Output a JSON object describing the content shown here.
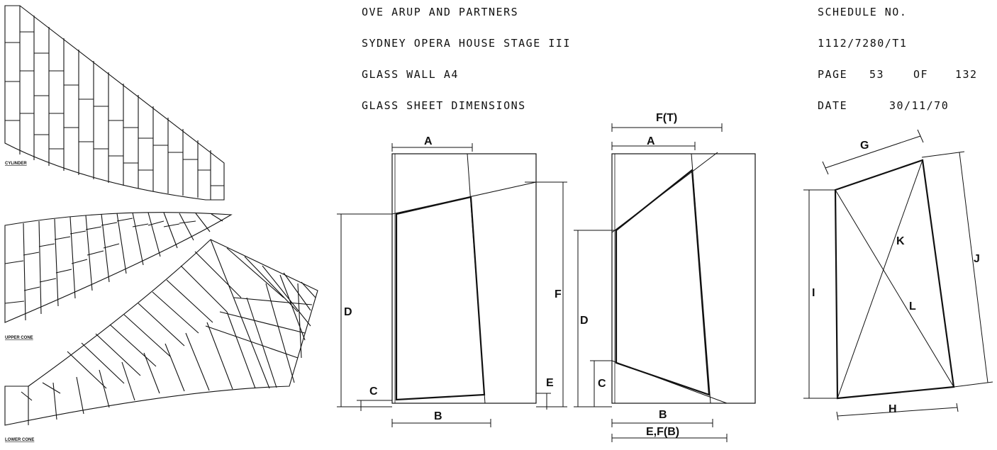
{
  "header": {
    "company": "OVE ARUP AND PARTNERS",
    "project": "SYDNEY OPERA HOUSE STAGE III",
    "wall": "GLASS WALL A4",
    "subject": "GLASS SHEET DIMENSIONS",
    "schedule_label": "SCHEDULE NO.",
    "schedule_no": "1112/7280/T1",
    "page_label": "PAGE",
    "page_no": "53",
    "of_label": "OF",
    "page_total": "132",
    "date_label": "DATE",
    "date": "30/11/70"
  },
  "panels": {
    "cylinder": "CYLINDER",
    "upper_cone": "UPPER CONE",
    "lower_cone": "LOWER CONE"
  },
  "diagram1": {
    "a": "A",
    "b": "B",
    "c": "C",
    "d": "D",
    "e": "E",
    "f": "F"
  },
  "diagram2": {
    "ft": "F(T)",
    "a": "A",
    "b": "B",
    "c": "C",
    "d": "D",
    "efb": "E,F(B)"
  },
  "diagram3": {
    "g": "G",
    "h": "H",
    "i": "I",
    "j": "J",
    "k": "K",
    "l": "L"
  }
}
